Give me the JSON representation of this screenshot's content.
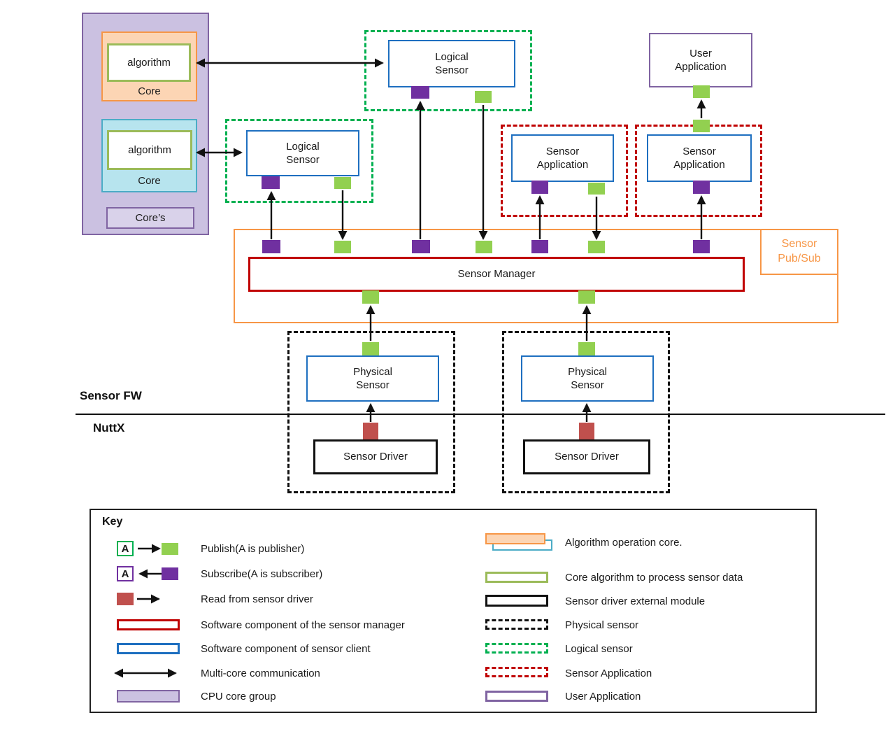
{
  "diagram": {
    "cpu_group": {
      "algorithm_top": "algorithm",
      "core_top_label": "Core",
      "algorithm_bottom": "algorithm",
      "core_bottom_label": "Core",
      "cores_label": "Core’s"
    },
    "logical_sensor_top": "Logical\nSensor",
    "logical_sensor_left": "Logical\nSensor",
    "user_application": "User\nApplication",
    "sensor_application_left": "Sensor\nApplication",
    "sensor_application_right": "Sensor\nApplication",
    "sensor_pubsub_label": "Sensor\nPub/Sub",
    "sensor_manager": "Sensor Manager",
    "physical_sensor_left": "Physical\nSensor",
    "physical_sensor_right": "Physical\nSensor",
    "sensor_driver_left": "Sensor Driver",
    "sensor_driver_right": "Sensor Driver",
    "layer_labels": {
      "top": "Sensor FW",
      "bottom": "NuttX"
    }
  },
  "key": {
    "title": "Key",
    "publisher_letter": "A",
    "subscriber_letter": "A",
    "left": [
      "Publish(A is publisher)",
      "Subscribe(A is subscriber)",
      "Read from sensor driver",
      "Software component of the sensor manager",
      "Software component of sensor client",
      "Multi-core communication",
      "CPU core group"
    ],
    "right": [
      "Algorithm operation core.",
      "Core algorithm to process sensor data",
      "Sensor driver external module",
      "Physical sensor",
      "Logical sensor",
      "Sensor Application",
      "User Application"
    ]
  },
  "colors": {
    "publish_green": "#92d050",
    "subscribe_purple": "#7030a0",
    "driver_red": "#c0504d",
    "manager_red": "#c00000",
    "client_blue": "#1e6fc0",
    "pubsub_orange": "#f79646",
    "logical_green": "#00b050",
    "algorithm_olive": "#9bbb59",
    "user_purple": "#8064a2",
    "core_group_fill": "#cbc1e1",
    "core_orange_fill": "#fcd5b4",
    "core_cyan_fill": "#b7e4ee",
    "core_cyan_border": "#4bacc6"
  }
}
